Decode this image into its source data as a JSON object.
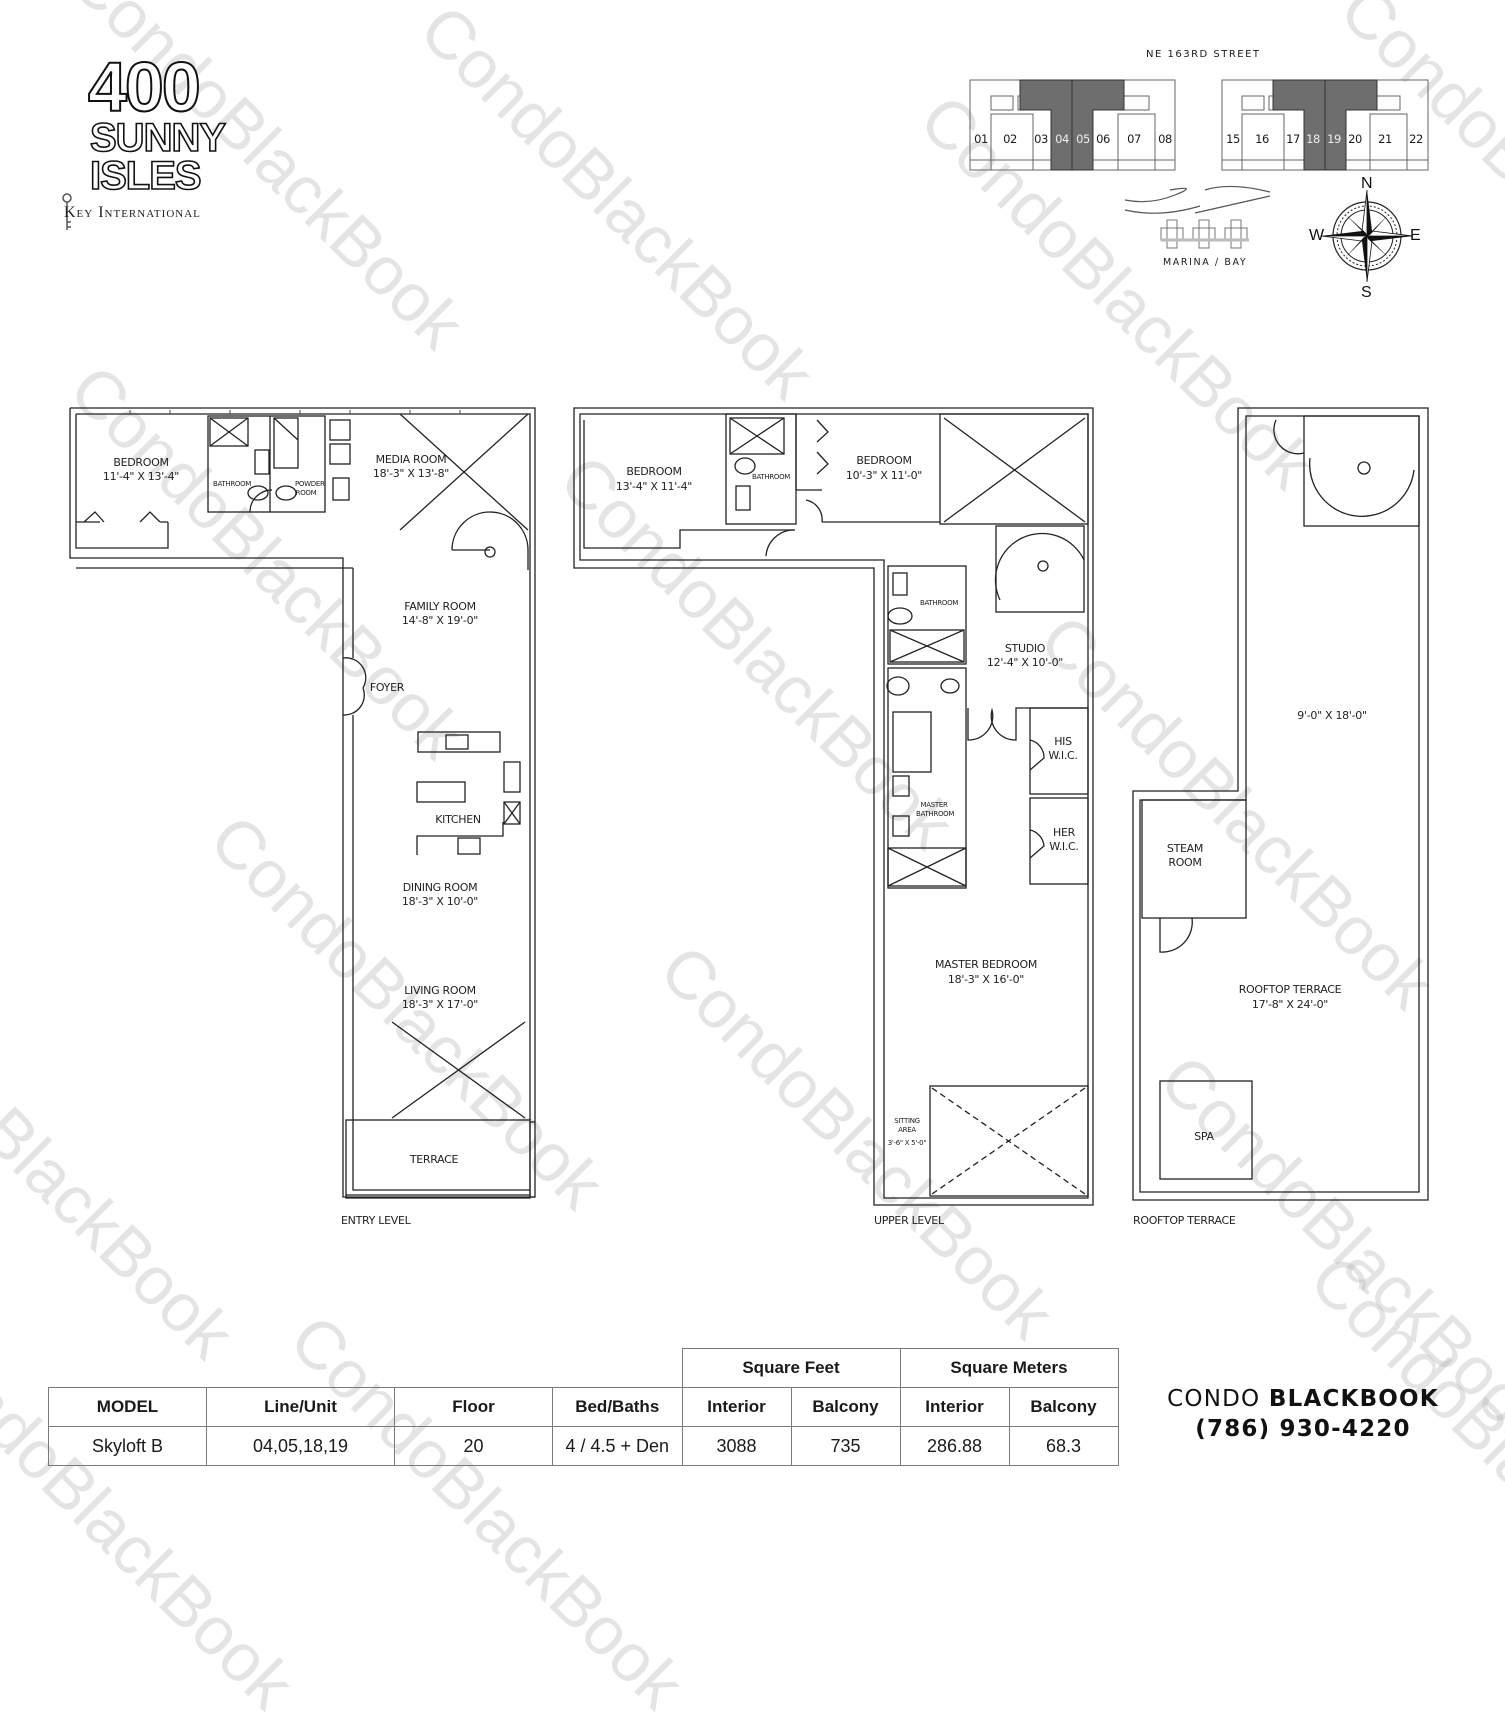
{
  "logo": {
    "number": "400",
    "line1": "SUNNY",
    "line2": "ISLES",
    "developer": "Key International"
  },
  "site_plan": {
    "street": "NE 163RD STREET",
    "waterfront": "MARINA / BAY",
    "highlight_color": "#6e6e6e",
    "units_left": [
      "01",
      "02",
      "03",
      "04",
      "05",
      "06",
      "07",
      "08"
    ],
    "units_right": [
      "15",
      "16",
      "17",
      "18",
      "19",
      "20",
      "21",
      "22"
    ],
    "highlighted_units": [
      "04",
      "05",
      "18",
      "19"
    ],
    "compass": {
      "n": "N",
      "s": "S",
      "e": "E",
      "w": "W"
    }
  },
  "plans": {
    "entry": {
      "level_label": "ENTRY LEVEL",
      "rooms": [
        {
          "name": "BEDROOM",
          "dims": "11'-4\" X 13'-4\""
        },
        {
          "name": "MEDIA ROOM",
          "dims": "18'-3\" X 13'-8\""
        },
        {
          "name": "BATHROOM",
          "dims": ""
        },
        {
          "name": "POWDER ROOM",
          "dims": ""
        },
        {
          "name": "FAMILY ROOM",
          "dims": "14'-8\" X 19'-0\""
        },
        {
          "name": "FOYER",
          "dims": ""
        },
        {
          "name": "KITCHEN",
          "dims": ""
        },
        {
          "name": "DINING ROOM",
          "dims": "18'-3\" X 10'-0\""
        },
        {
          "name": "LIVING ROOM",
          "dims": "18'-3\" X 17'-0\""
        },
        {
          "name": "TERRACE",
          "dims": ""
        }
      ]
    },
    "upper": {
      "level_label": "UPPER LEVEL",
      "rooms": [
        {
          "name": "BEDROOM",
          "dims": "13'-4\" X 11'-4\""
        },
        {
          "name": "BATHROOM",
          "dims": ""
        },
        {
          "name": "BEDROOM",
          "dims": "10'-3\" X 11'-0\""
        },
        {
          "name": "BATHROOM",
          "dims": ""
        },
        {
          "name": "STUDIO",
          "dims": "12'-4\" X 10'-0\""
        },
        {
          "name": "HIS W.I.C.",
          "dims": ""
        },
        {
          "name": "HER W.I.C.",
          "dims": ""
        },
        {
          "name": "MASTER BATHROOM",
          "dims": ""
        },
        {
          "name": "MASTER BEDROOM",
          "dims": "18'-3\" X 16'-0\""
        },
        {
          "name": "SITTING AREA",
          "dims": "3'-6\" X 5'-0\""
        }
      ]
    },
    "roof": {
      "level_label": "ROOFTOP TERRACE",
      "rooms": [
        {
          "name": "",
          "dims": "9'-0\" X 18'-0\""
        },
        {
          "name": "STEAM ROOM",
          "dims": ""
        },
        {
          "name": "ROOFTOP TERRACE",
          "dims": "17'-8\" X 24'-0\""
        },
        {
          "name": "SPA",
          "dims": ""
        }
      ]
    }
  },
  "spec_table": {
    "group_headers": {
      "sqft": "Square Feet",
      "sqm": "Square Meters"
    },
    "columns": [
      "MODEL",
      "Line/Unit",
      "Floor",
      "Bed/Baths",
      "Interior",
      "Balcony",
      "Interior",
      "Balcony"
    ],
    "row": {
      "model": "Skyloft B",
      "line_unit": "04,05,18,19",
      "floor": "20",
      "bed_baths": "4 / 4.5 + Den",
      "sqft_interior": "3088",
      "sqft_balcony": "735",
      "sqm_interior": "286.88",
      "sqm_balcony": "68.3"
    }
  },
  "brand": {
    "name_light": "CONDO ",
    "name_bold": "BLACKBOOK",
    "phone": "(786) 930-4220"
  },
  "watermark": "CondoBlackBook"
}
